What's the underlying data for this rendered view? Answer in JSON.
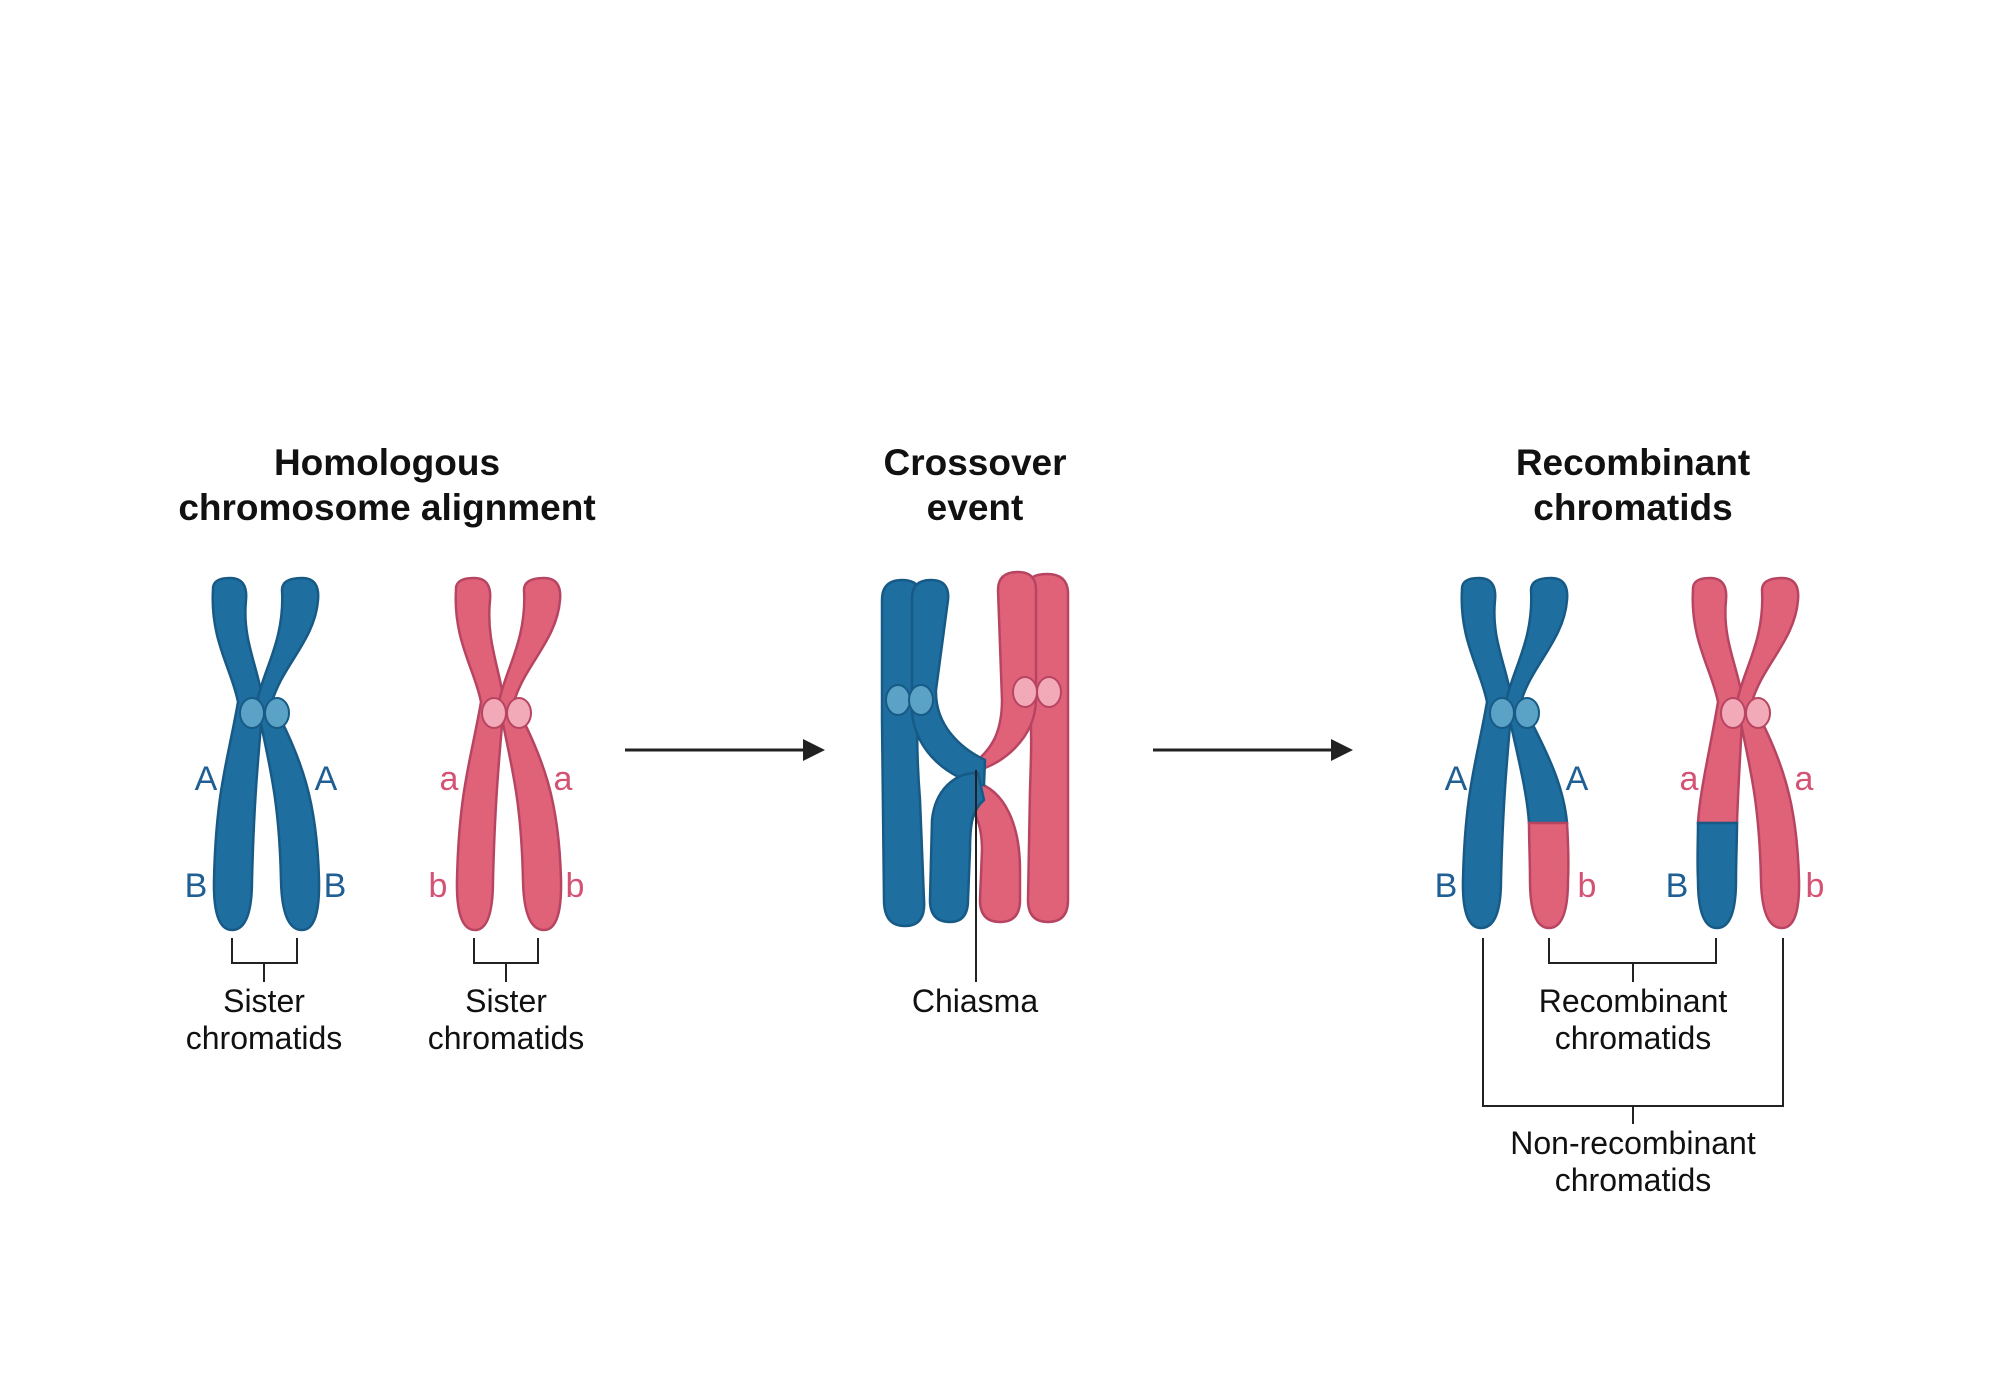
{
  "colors": {
    "blue": "#1e6ea0",
    "blue_stroke": "#185a86",
    "blue_light": "#5aa3c6",
    "pink": "#e06279",
    "pink_stroke": "#b74561",
    "pink_light": "#f2a9b8",
    "text": "#111111",
    "allele_blue": "#1f5f94",
    "allele_pink": "#d45274"
  },
  "panels": {
    "alignment": {
      "title_line1": "Homologous",
      "title_line2": "chromosome alignment",
      "blue_alleles": {
        "a_left": "A",
        "a_right": "A",
        "b_left": "B",
        "b_right": "B"
      },
      "pink_alleles": {
        "a_left": "a",
        "a_right": "a",
        "b_left": "b",
        "b_right": "b"
      },
      "blue_caption_line1": "Sister",
      "blue_caption_line2": "chromatids",
      "pink_caption_line1": "Sister",
      "pink_caption_line2": "chromatids"
    },
    "crossover": {
      "title_line1": "Crossover",
      "title_line2": "event",
      "chiasma_label": "Chiasma"
    },
    "recombinant": {
      "title_line1": "Recombinant",
      "title_line2": "chromatids",
      "blue_alleles": {
        "a_left": "A",
        "a_right": "A",
        "b_left": "B",
        "b_right": "b"
      },
      "pink_alleles": {
        "a_left": "a",
        "a_right": "a",
        "b_left": "B",
        "b_right": "b"
      },
      "recombinant_caption_line1": "Recombinant",
      "recombinant_caption_line2": "chromatids",
      "nonrecombinant_caption_line1": "Non-recombinant",
      "nonrecombinant_caption_line2": "chromatids"
    }
  }
}
